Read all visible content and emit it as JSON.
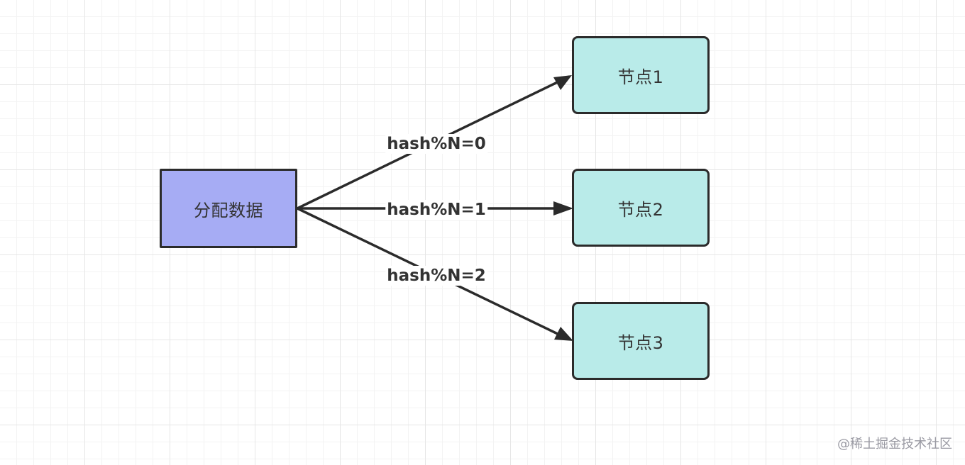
{
  "nodes": {
    "source": "分配数据",
    "targets": [
      "节点1",
      "节点2",
      "节点3"
    ]
  },
  "edges": [
    {
      "label": "hash%N=0",
      "from": "分配数据",
      "to": "节点1"
    },
    {
      "label": "hash%N=1",
      "from": "分配数据",
      "to": "节点2"
    },
    {
      "label": "hash%N=2",
      "from": "分配数据",
      "to": "节点3"
    }
  ],
  "watermark": "@稀土掘金技术社区",
  "colors": {
    "source_fill": "#a6acf4",
    "target_fill": "#b9ebe9",
    "stroke": "#2b2b2b",
    "grid": "#e6e6e6",
    "background": "#ffffff"
  }
}
